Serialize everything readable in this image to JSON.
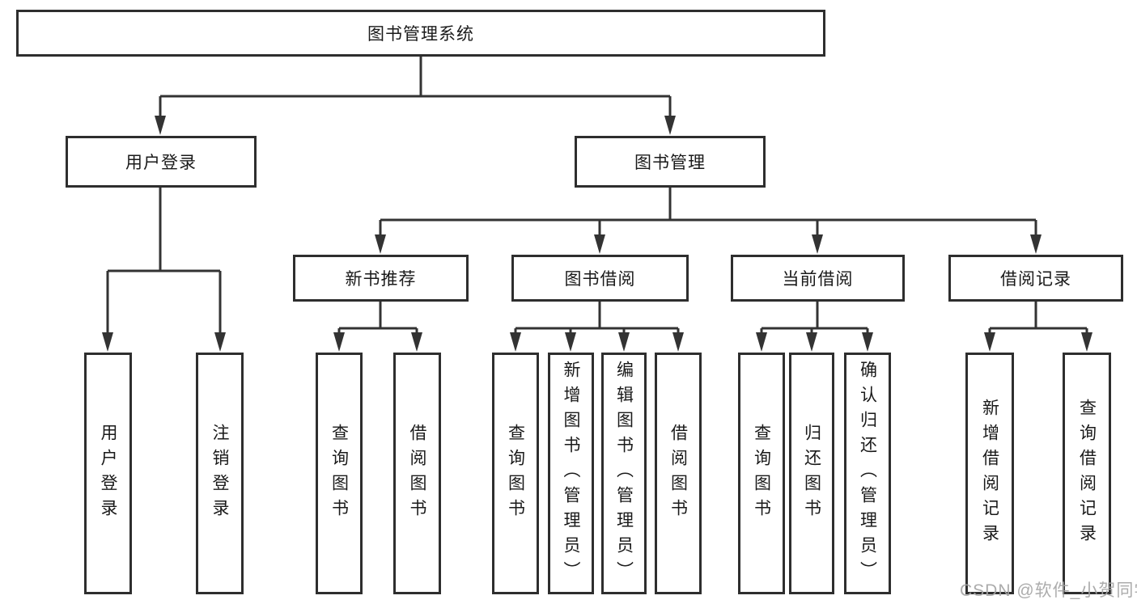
{
  "diagram": {
    "root_label": "图书管理系统",
    "level2": [
      {
        "label": "用户登录",
        "leaves": [
          "用户登录",
          "注销登录"
        ]
      },
      {
        "label": "图书管理",
        "groups": [
          {
            "label": "新书推荐",
            "leaves": [
              "查询图书",
              "借阅图书"
            ]
          },
          {
            "label": "图书借阅",
            "leaves": [
              "查询图书",
              "新增图书（管理员）",
              "编辑图书（管理员）",
              "借阅图书"
            ]
          },
          {
            "label": "当前借阅",
            "leaves": [
              "查询图书",
              "归还图书",
              "确认归还（管理员）"
            ]
          },
          {
            "label": "借阅记录",
            "leaves": [
              "新增借阅记录",
              "查询借阅记录"
            ]
          }
        ]
      }
    ]
  },
  "watermark": {
    "text": "CSDN @软件_小贺同学"
  },
  "colors": {
    "line": "#333333",
    "box_border": "#2e2e2e",
    "text": "#1a1a1a",
    "watermark": "#a5a5a5",
    "background": "#ffffff"
  }
}
